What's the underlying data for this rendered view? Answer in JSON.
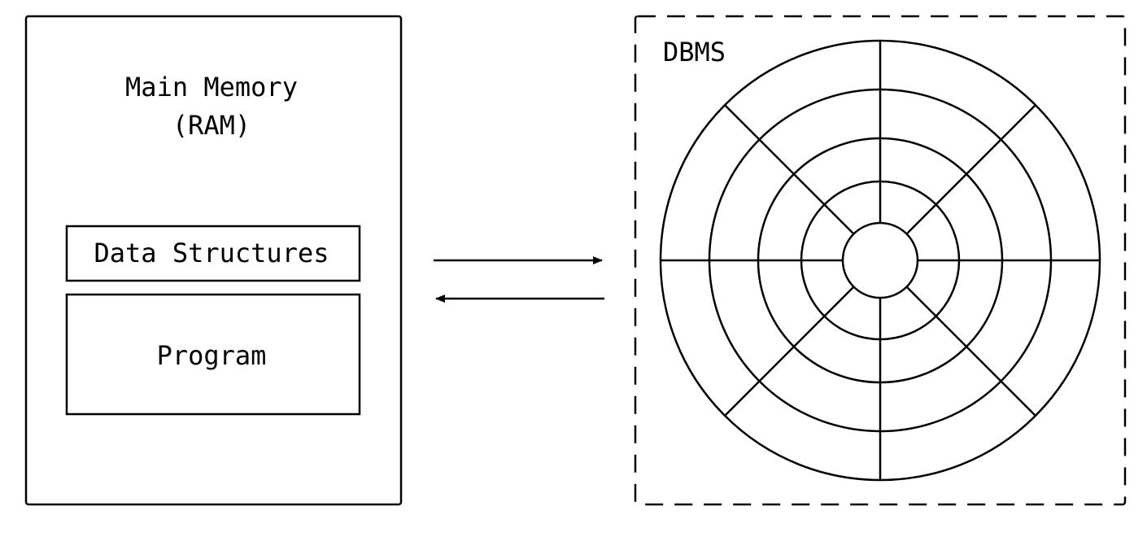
{
  "memory": {
    "title_line1": "Main Memory",
    "title_line2": "(RAM)",
    "data_structures_label": "Data Structures",
    "program_label": "Program"
  },
  "dbms": {
    "label": "DBMS",
    "ring_count": 5,
    "spoke_count": 8
  },
  "colors": {
    "stroke": "#000000",
    "background": "#ffffff"
  }
}
